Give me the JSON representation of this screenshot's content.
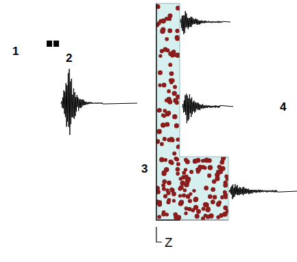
{
  "diagram": {
    "labels": [
      "1",
      "2",
      "3",
      "4",
      "Z"
    ]
  }
}
